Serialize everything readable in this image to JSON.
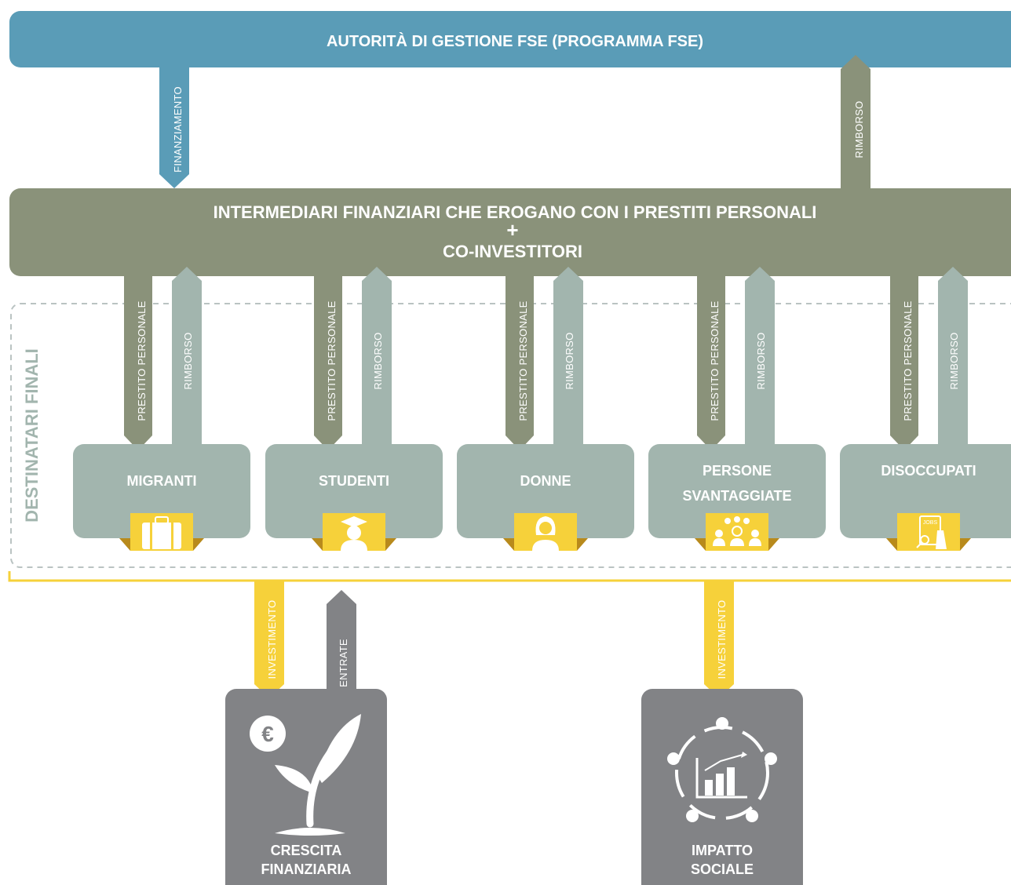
{
  "authority": {
    "label": "AUTORITÀ DI GESTIONE FSE (PROGRAMMA FSE)"
  },
  "flows": {
    "funding": "FINANZIAMENTO",
    "repayment_top": "RIMBORSO",
    "loan": "PRESTITO PERSONALE",
    "repayment": "RIMBORSO",
    "investment": "INVESTIMENTO",
    "revenue": "ENTRATE"
  },
  "intermediaries": {
    "line1": "INTERMEDIARI FINANZIARI CHE EROGANO CON I PRESTITI PERSONALI",
    "plus": "+",
    "line2": "CO-INVESTITORI"
  },
  "final_recipients_label": "DESTINATARI FINALI",
  "recipients": [
    {
      "line1": "MIGRANTI",
      "line2": "",
      "icon": "suitcase-icon"
    },
    {
      "line1": "STUDENTI",
      "line2": "",
      "icon": "graduate-icon"
    },
    {
      "line1": "DONNE",
      "line2": "",
      "icon": "woman-icon"
    },
    {
      "line1": "PERSONE",
      "line2": "SVANTAGGIATE",
      "icon": "people-group-icon"
    },
    {
      "line1": "DISOCCUPATI",
      "line2": "",
      "icon": "jobs-search-icon"
    }
  ],
  "outcomes": [
    {
      "line1": "CRESCITA",
      "line2": "FINANZIARIA",
      "icon": "euro-plant-icon"
    },
    {
      "line1": "IMPATTO",
      "line2": "SOCIALE",
      "icon": "social-impact-chart-icon"
    }
  ],
  "colors": {
    "authority_blue": "#5a9cb7",
    "intermediary_olive": "#8a927a",
    "recipient_sage": "#a2b5ae",
    "icon_yellow": "#f6d13a",
    "outcome_grey": "#828386",
    "dash_grey": "#bac3c2"
  }
}
